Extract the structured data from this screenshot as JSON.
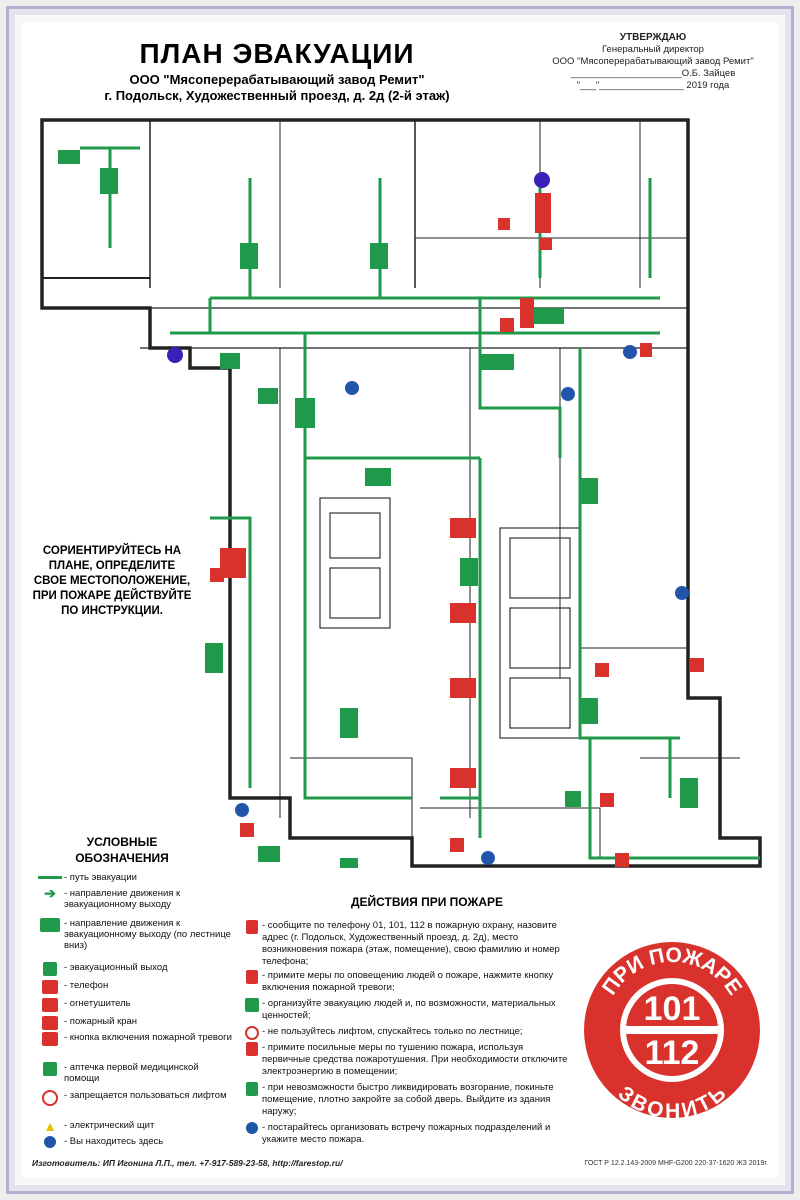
{
  "header": {
    "title": "ПЛАН ЭВАКУАЦИИ",
    "org": "ООО \"Мясоперерабатывающий завод Ремит\"",
    "address": "г. Подольск, Художественный проезд, д. 2д (2-й этаж)"
  },
  "approve": {
    "word": "УТВЕРЖДАЮ",
    "position": "Генеральный директор",
    "org": "ООО \"Мясоперерабатывающий завод Ремит\"",
    "sign_line": "_____________________О.Б. Зайцев",
    "date_line": "\"___\"________________ 2019 года"
  },
  "orient_text": "СОРИЕНТИРУЙТЕСЬ НА ПЛАНЕ, ОПРЕДЕЛИТЕ СВОЕ МЕСТОПОЛОЖЕНИЕ, ПРИ ПОЖАРЕ ДЕЙСТВУЙТЕ ПО ИНСТРУКЦИИ.",
  "legend": {
    "title": "УСЛОВНЫЕ ОБОЗНАЧЕНИЯ",
    "items": [
      {
        "icon": "evac-path-icon",
        "label": "- путь эвакуации"
      },
      {
        "icon": "exit-direction-icon",
        "label": "- направление движения к эвакуационному выходу"
      },
      {
        "icon": "stairs-down-icon",
        "label": "- направление движения к эвакуационному выходу (по лестнице вниз)"
      },
      {
        "icon": "emergency-exit-icon",
        "label": "- эвакуационный выход"
      },
      {
        "icon": "phone-icon",
        "label": "- телефон"
      },
      {
        "icon": "extinguisher-icon",
        "label": "- огнетушитель"
      },
      {
        "icon": "fire-hydrant-icon",
        "label": "- пожарный кран"
      },
      {
        "icon": "alarm-button-icon",
        "label": "- кнопка включения пожарной тревоги"
      },
      {
        "icon": "first-aid-icon",
        "label": "- аптечка первой медицинской помощи"
      },
      {
        "icon": "no-elevator-icon",
        "label": "- запрещается пользоваться лифтом"
      },
      {
        "icon": "electric-panel-icon",
        "label": "- электрический щит"
      },
      {
        "icon": "you-are-here-icon",
        "label": "- Вы находитесь здесь"
      }
    ]
  },
  "actions": {
    "title": "ДЕЙСТВИЯ ПРИ ПОЖАРЕ",
    "items": [
      {
        "icon": "phone-icon",
        "text": "- сообщите по телефону 01, 101, 112  в пожарную охрану, назовите адрес (г. Подольск, Художественный проезд, д. 2д), место возникновения пожара (этаж, помещение), свою фамилию и номер телефона;"
      },
      {
        "icon": "alarm-button-icon",
        "text": "- примите меры по оповещению людей о пожаре, нажмите кнопку включения пожарной тревоги;"
      },
      {
        "icon": "exit-direction-icon",
        "text": "- организуйте эвакуацию людей и, по возможности, материальных ценностей;"
      },
      {
        "icon": "no-elevator-icon",
        "text": "- не пользуйтесь лифтом, спускайтесь только по лестнице;"
      },
      {
        "icon": "extinguisher-icon",
        "text": "- примите посильные меры по тушению пожара, используя первичные средства пожаротушения. При необходимости отключите электроэнергию в помещении;"
      },
      {
        "icon": "emergency-exit-icon",
        "text": "- при невозможности быстро ликвидировать возгорание, покиньте помещение, плотно закройте за собой дверь. Выйдите из здания наружу;"
      },
      {
        "icon": "info-icon",
        "text": "- постарайтесь организовать встречу пожарных подразделений и укажите место пожара."
      }
    ]
  },
  "badge": {
    "top": "ПРИ ПОЖАРЕ",
    "num1": "101",
    "num2": "112",
    "bottom": "ЗВОНИТЬ"
  },
  "footer": {
    "maker": "Изготовитель: ИП Игонина Л.П., тел. +7-917-589-23-58, http://farestop.ru/",
    "standard": "ГОСТ Р 12.2.143-2009 МНF-G200 220-37-1620 ЖЗ 2019г."
  },
  "colors": {
    "path_green": "#1f9a4a",
    "fire_red": "#d9312b",
    "here_blue": "#2255aa",
    "here_purple": "#3a1fb8",
    "wall": "#222222",
    "frame": "#b7aed0"
  }
}
